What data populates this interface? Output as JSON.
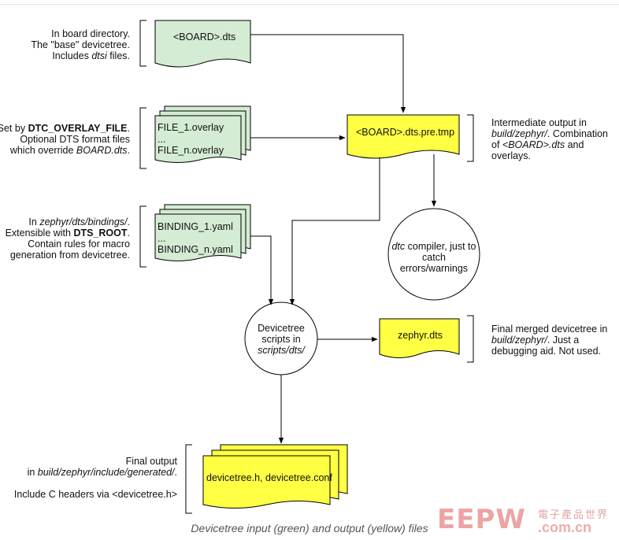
{
  "notes": {
    "board": [
      "In board directory.",
      "The \"base\" devicetree.",
      "Includes |dtsi| files."
    ],
    "overlay": [
      "Set by *DTC_OVERLAY_FILE*.",
      "Optional DTS format files",
      "which override |BOARD.dts|."
    ],
    "bindings": [
      "In |zephyr/dts/bindings/|.",
      "Extensible with *DTS_ROOT*.",
      "Contain rules for macro",
      "generation from devicetree."
    ],
    "final_output": [
      "Final output",
      "in |build/zephyr/include/generated/|.",
      "",
      "Include C headers via <devicetree.h>"
    ],
    "intermediate": [
      "Intermediate output in",
      "|build/zephyr/|. Combination",
      "of |<BOARD>.dts| and",
      "overlays."
    ],
    "merged": [
      "Final merged devicetree in",
      "|build/zephyr/|. Just a",
      "debugging aid. Not used."
    ]
  },
  "nodes": {
    "board_dts": "<BOARD>.dts",
    "overlay_1": "FILE_1.overlay",
    "overlay_dots": "...",
    "overlay_n": "FILE_n.overlay",
    "binding_1": "BINDING_1.yaml",
    "binding_dots": "...",
    "binding_n": "BINDING_n.yaml",
    "pre_tmp": "<BOARD>.dts.pre.tmp",
    "dtc_circle": [
      "|dtc| compiler, just to",
      "catch",
      "errors/warnings"
    ],
    "scripts_circle": [
      "Devicetree",
      "scripts in",
      "|scripts/dts/|"
    ],
    "zephyr_dts": "zephyr.dts",
    "devicetree_h": "devicetree.h, devicetree.conf"
  },
  "caption": "Devicetree input (green) and output (yellow) files",
  "watermark": {
    "brand": "EEPW",
    "cn": "電子產品世界",
    "url": ".com.cn"
  },
  "colors": {
    "input": "#d5ecd4",
    "output": "#ffff44",
    "stroke": "#000000",
    "caption": "#555555"
  }
}
